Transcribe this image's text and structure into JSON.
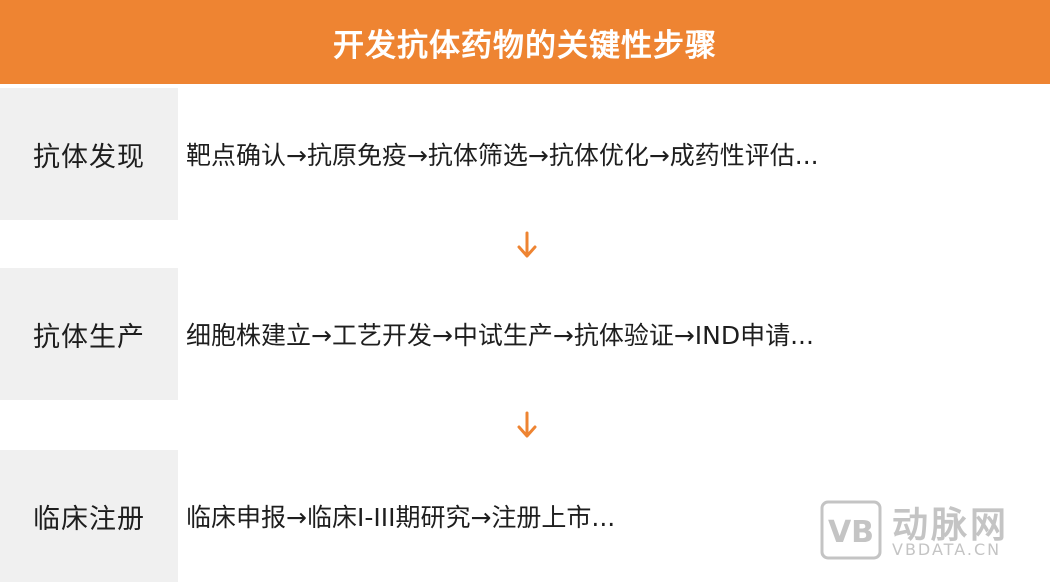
{
  "colors": {
    "header_bg": "#ee8432",
    "arrow": "#ee8432",
    "label_bg": "#f0f0f0",
    "watermark": "#c4c4c4"
  },
  "header": {
    "title": "开发抗体药物的关键性步骤"
  },
  "steps": [
    {
      "label": "抗体发现",
      "description": "靶点确认→抗原免疫→抗体筛选→抗体优化→成药性评估..."
    },
    {
      "label": "抗体生产",
      "description": "细胞株建立→工艺开发→中试生产→抗体验证→IND申请..."
    },
    {
      "label": "临床注册",
      "description": "临床申报→临床I-III期研究→注册上市..."
    }
  ],
  "watermark": {
    "logo_text": "VB",
    "name": "动脉网",
    "url": "VBDATA.CN"
  }
}
